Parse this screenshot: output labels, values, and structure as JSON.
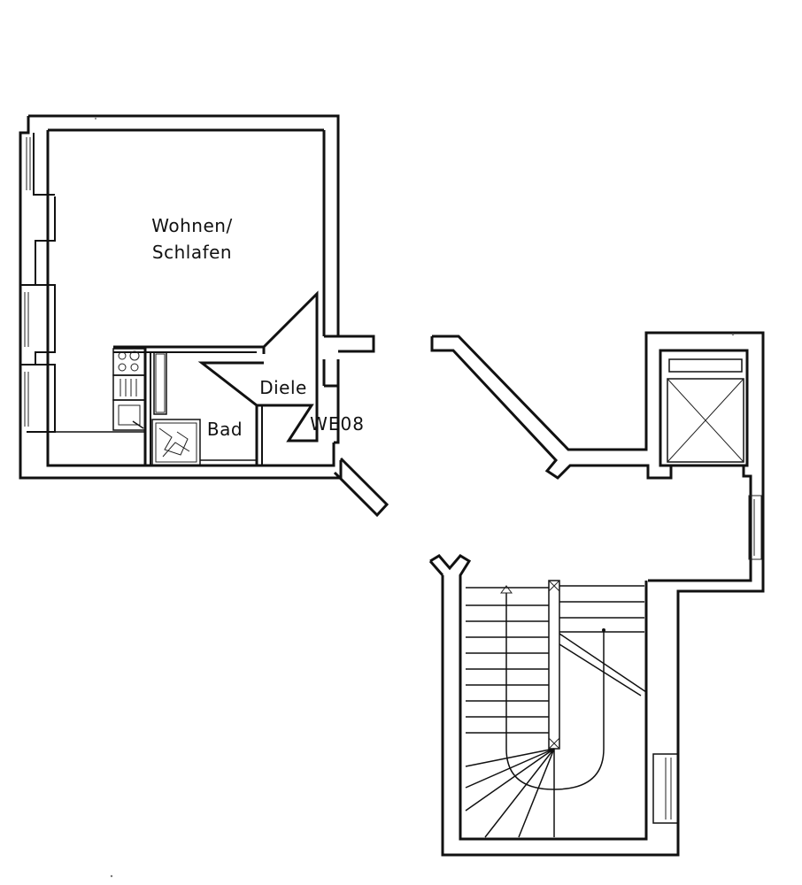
{
  "plan": {
    "rooms": {
      "living_line1": "Wohnen/",
      "living_line2": "Schlafen",
      "hall": "Diele",
      "bath": "Bad"
    },
    "unit_id": "WE08"
  }
}
